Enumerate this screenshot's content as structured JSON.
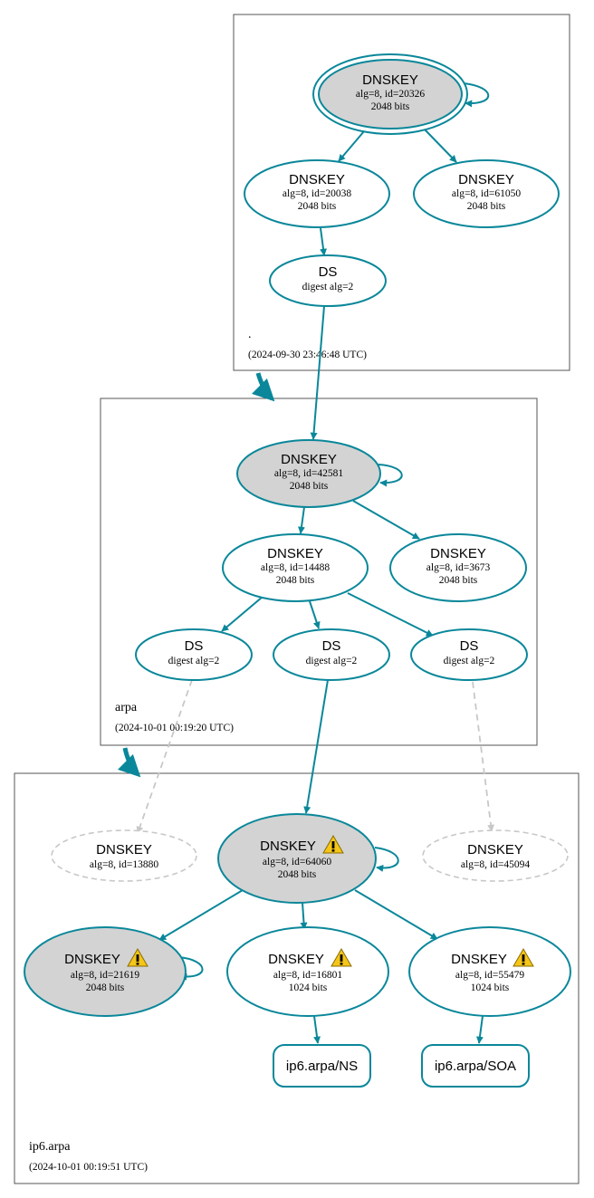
{
  "colors": {
    "edge": "#0a879a",
    "ghost": "#c8c8c8",
    "sep_fill": "#d3d3d3",
    "warning": "#f5c518"
  },
  "zones": {
    "root": {
      "name": ".",
      "date": "(2024-09-30 23:46:48 UTC)"
    },
    "arpa": {
      "name": "arpa",
      "date": "(2024-10-01 00:19:20 UTC)"
    },
    "ip6": {
      "name": "ip6.arpa",
      "date": "(2024-10-01 00:19:51 UTC)"
    }
  },
  "nodes": {
    "root_ksk": {
      "title": "DNSKEY",
      "line1": "alg=8, id=20326",
      "line2": "2048 bits"
    },
    "root_zsk1": {
      "title": "DNSKEY",
      "line1": "alg=8, id=20038",
      "line2": "2048 bits"
    },
    "root_zsk2": {
      "title": "DNSKEY",
      "line1": "alg=8, id=61050",
      "line2": "2048 bits"
    },
    "root_ds": {
      "title": "DS",
      "line1": "digest alg=2"
    },
    "arpa_ksk": {
      "title": "DNSKEY",
      "line1": "alg=8, id=42581",
      "line2": "2048 bits"
    },
    "arpa_zsk1": {
      "title": "DNSKEY",
      "line1": "alg=8, id=14488",
      "line2": "2048 bits"
    },
    "arpa_zsk2": {
      "title": "DNSKEY",
      "line1": "alg=8, id=3673",
      "line2": "2048 bits"
    },
    "arpa_ds1": {
      "title": "DS",
      "line1": "digest alg=2"
    },
    "arpa_ds2": {
      "title": "DS",
      "line1": "digest alg=2"
    },
    "arpa_ds3": {
      "title": "DS",
      "line1": "digest alg=2"
    },
    "ip6_ghost1": {
      "title": "DNSKEY",
      "line1": "alg=8, id=13880"
    },
    "ip6_ksk": {
      "title": "DNSKEY",
      "line1": "alg=8, id=64060",
      "line2": "2048 bits"
    },
    "ip6_ghost2": {
      "title": "DNSKEY",
      "line1": "alg=8, id=45094"
    },
    "ip6_key1": {
      "title": "DNSKEY",
      "line1": "alg=8, id=21619",
      "line2": "2048 bits"
    },
    "ip6_key2": {
      "title": "DNSKEY",
      "line1": "alg=8, id=16801",
      "line2": "1024 bits"
    },
    "ip6_key3": {
      "title": "DNSKEY",
      "line1": "alg=8, id=55479",
      "line2": "1024 bits"
    },
    "ip6_ns": {
      "title": "ip6.arpa/NS"
    },
    "ip6_soa": {
      "title": "ip6.arpa/SOA"
    }
  }
}
